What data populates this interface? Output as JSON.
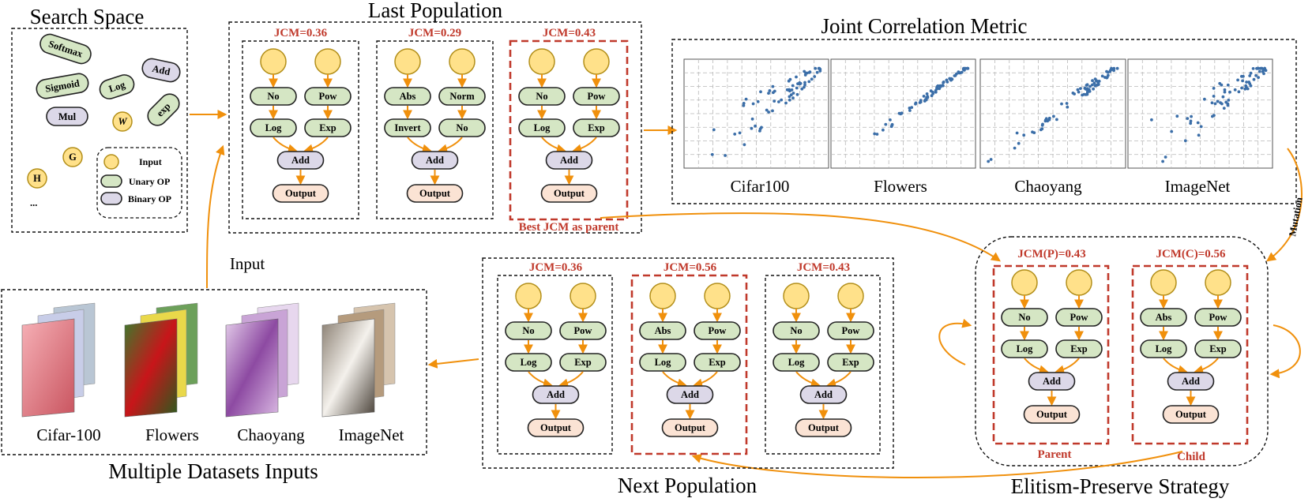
{
  "titles": {
    "search_space": "Search Space",
    "last_population": "Last Population",
    "jcm": "Joint Correlation Metric",
    "next_population": "Next Population",
    "elitism": "Elitism-Preserve Strategy",
    "datasets": "Multiple Datasets Inputs",
    "input_label": "Input",
    "mutation": "Mutation",
    "best_parent": "Best JCM as parent",
    "parent": "Parent",
    "child": "Child"
  },
  "search_space": {
    "ops": [
      "Softmax",
      "Add",
      "Sigmoid",
      "Log",
      "exp",
      "Mul",
      "W",
      "G",
      "H"
    ],
    "ellipsis": "...",
    "legend": [
      "Input",
      "Unary OP",
      "Binary OP"
    ]
  },
  "last_population": [
    {
      "jcm": "JCM=0.36",
      "u1": "No",
      "u2": "Pow",
      "u3": "Log",
      "u4": "Exp",
      "bin": "Add",
      "out": "Output"
    },
    {
      "jcm": "JCM=0.29",
      "u1": "Abs",
      "u2": "Norm",
      "u3": "Invert",
      "u4": "No",
      "bin": "Add",
      "out": "Output"
    },
    {
      "jcm": "JCM=0.43",
      "u1": "No",
      "u2": "Pow",
      "u3": "Log",
      "u4": "Exp",
      "bin": "Add",
      "out": "Output"
    }
  ],
  "next_population": [
    {
      "jcm": "JCM=0.36",
      "u1": "No",
      "u2": "Pow",
      "u3": "Log",
      "u4": "Exp",
      "bin": "Add",
      "out": "Output"
    },
    {
      "jcm": "JCM=0.56",
      "u1": "Abs",
      "u2": "Pow",
      "u3": "Log",
      "u4": "Exp",
      "bin": "Add",
      "out": "Output"
    },
    {
      "jcm": "JCM=0.43",
      "u1": "No",
      "u2": "Pow",
      "u3": "Log",
      "u4": "Exp",
      "bin": "Add",
      "out": "Output"
    }
  ],
  "elitism": [
    {
      "jcm": "JCM(P)=0.43",
      "u1": "No",
      "u2": "Pow",
      "u3": "Log",
      "u4": "Exp",
      "bin": "Add",
      "out": "Output"
    },
    {
      "jcm": "JCM(C)=0.56",
      "u1": "Abs",
      "u2": "Pow",
      "u3": "Log",
      "u4": "Exp",
      "bin": "Add",
      "out": "Output"
    }
  ],
  "jcm_plots": [
    "Cifar100",
    "Flowers",
    "Chaoyang",
    "ImageNet"
  ],
  "datasets": [
    "Cifar-100",
    "Flowers",
    "Chaoyang",
    "ImageNet"
  ],
  "colors": {
    "accent": "#f0900c",
    "highlight": "#c0392b",
    "unary": "#d5e6c4",
    "binary": "#dcd8e8",
    "input": "#ffe18a",
    "output": "#fbe3d4",
    "scatter": "#3b6ea8"
  }
}
